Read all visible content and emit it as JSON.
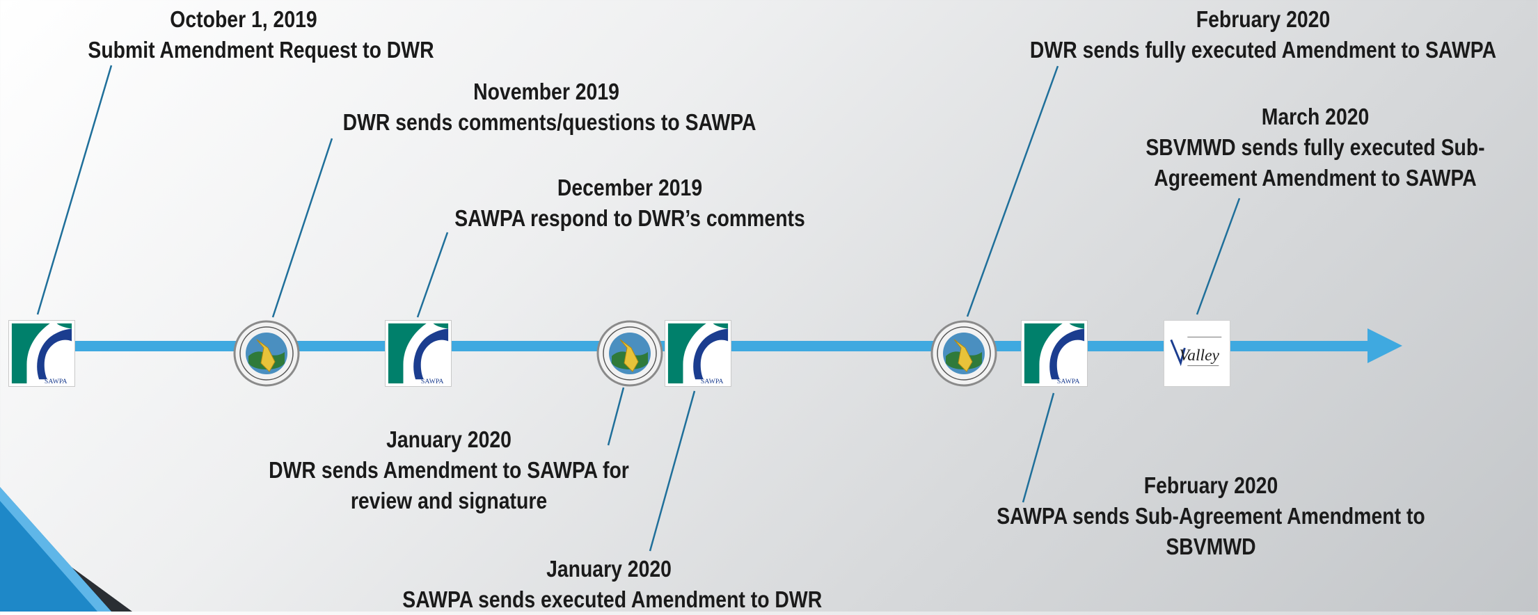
{
  "events": [
    {
      "date": "October 1, 2019",
      "desc": [
        "Submit Amendment Request to DWR"
      ]
    },
    {
      "date": "November 2019",
      "desc": [
        "DWR sends comments/questions to SAWPA"
      ]
    },
    {
      "date": "December 2019",
      "desc": [
        "SAWPA respond to DWR’s comments"
      ]
    },
    {
      "date": "January 2020",
      "desc": [
        "DWR sends Amendment to SAWPA for",
        "review and signature"
      ]
    },
    {
      "date": "January 2020",
      "desc": [
        "SAWPA sends executed Amendment to DWR"
      ]
    },
    {
      "date": "February 2020",
      "desc": [
        "DWR sends fully executed Amendment to SAWPA"
      ]
    },
    {
      "date": "February 2020",
      "desc": [
        "SAWPA sends Sub-Agreement Amendment to",
        "SBVMWD"
      ]
    },
    {
      "date": "March 2020",
      "desc": [
        "SBVMWD sends fully executed Sub-",
        "Agreement Amendment to SAWPA"
      ]
    }
  ],
  "logos": {
    "sawpa_text": "SAWPA",
    "valley_text": "Valley",
    "seal_icon": "dwr-seal-icon",
    "sawpa_icon": "sawpa-logo-icon",
    "valley_icon": "sbvmwd-valley-logo-icon"
  },
  "colors": {
    "timeline": "#3fa9e0",
    "leader": "#1f6f9a",
    "sawpa_green": "#00806b",
    "sawpa_blue": "#1b3d8f",
    "corner": "#1e88c8"
  }
}
